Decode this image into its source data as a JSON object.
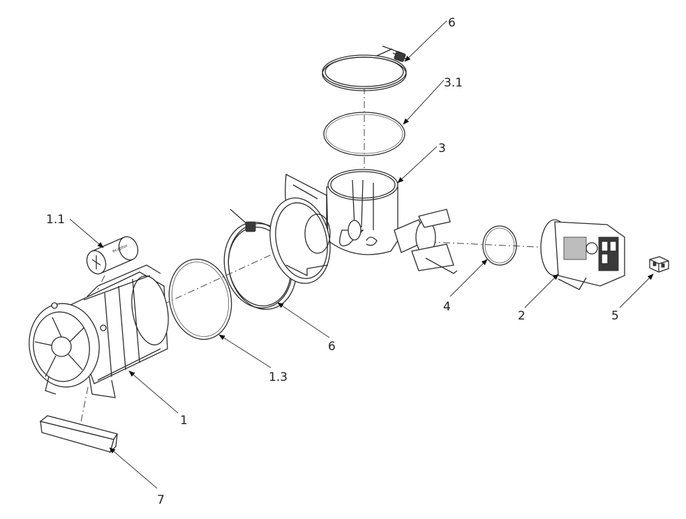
{
  "callouts": {
    "motor": "1",
    "capacitor": "1.1",
    "motor_gasket": "1.3",
    "heater_pump": "2",
    "housing": "3",
    "housing_gasket": "3.1",
    "pump_gasket": "4",
    "connector": "5",
    "clamp_side": "6",
    "clamp_top": "6",
    "pad": "7"
  }
}
